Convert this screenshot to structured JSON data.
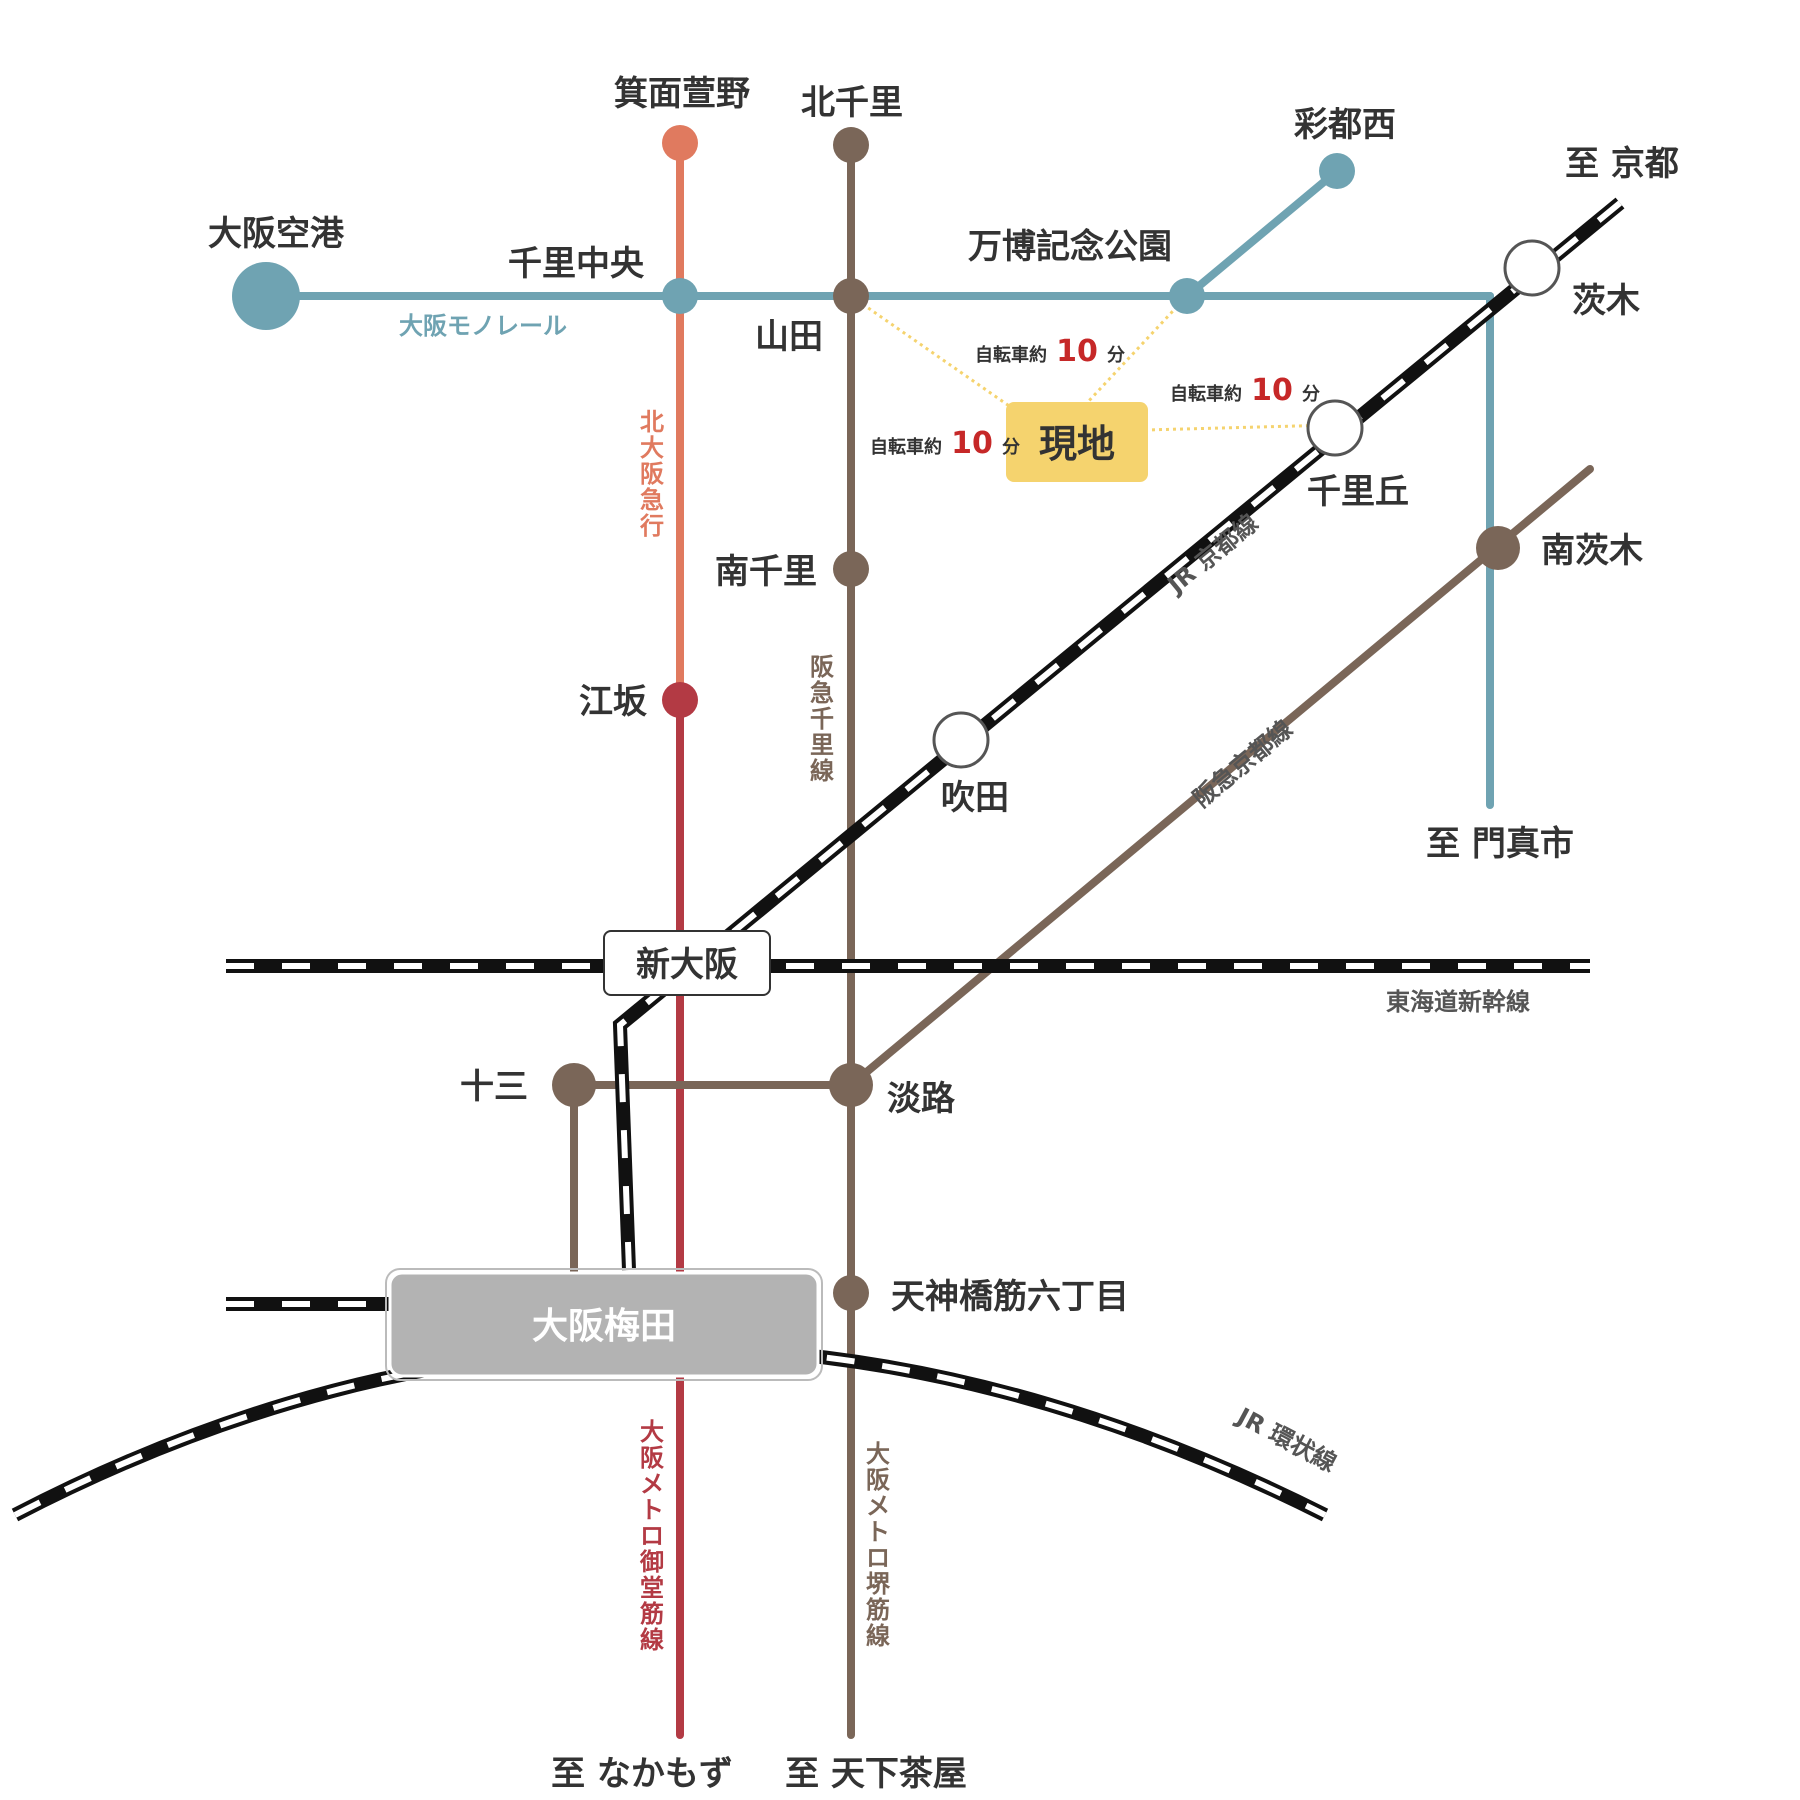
{
  "colors": {
    "monorail": "#6fa3b2",
    "kitakyu": "#e07a5f",
    "midosuji": "#b33a44",
    "hankyu": "#7a6658",
    "jr": "#111111",
    "current": "#f5d36e",
    "time_red": "#c62828",
    "umeda_box": "#b3b3b3"
  },
  "stations": {
    "osaka_airport": "大阪空港",
    "senri_chuo": "千里中央",
    "minoh_kayano": "箕面萱野",
    "kita_senri": "北千里",
    "saito_nishi": "彩都西",
    "expo_park": "万博記念公園",
    "yamada": "山田",
    "ibaraki": "茨木",
    "senri_oka": "千里丘",
    "minami_senri": "南千里",
    "minami_ibaraki": "南茨木",
    "esaka": "江坂",
    "suita": "吹田",
    "shin_osaka": "新大阪",
    "juso": "十三",
    "awaji": "淡路",
    "tenjinbashi": "天神橋筋六丁目",
    "osaka_umeda": "大阪梅田"
  },
  "destinations": {
    "kyoto": "至 京都",
    "kadoma": "至 門真市",
    "nakamozu": "至 なかもず",
    "tengachaya": "至 天下茶屋"
  },
  "lines": {
    "monorail": "大阪モノレール",
    "kitakyu": "北大阪急行",
    "hankyu_senri": "阪急千里線",
    "jr_kyoto": "JR 京都線",
    "hankyu_kyoto": "阪急京都線",
    "shinkansen": "東海道新幹線",
    "jr_loop": "JR 環状線",
    "midosuji": "大阪メトロ御堂筋線",
    "sakaisuji": "大阪メトロ堺筋線"
  },
  "current_location": "現地",
  "bike_times": {
    "prefix": "自転車約",
    "unit": "分",
    "to_yamada_right": "10",
    "to_yamada_left": "10",
    "to_senri_oka": "10"
  }
}
